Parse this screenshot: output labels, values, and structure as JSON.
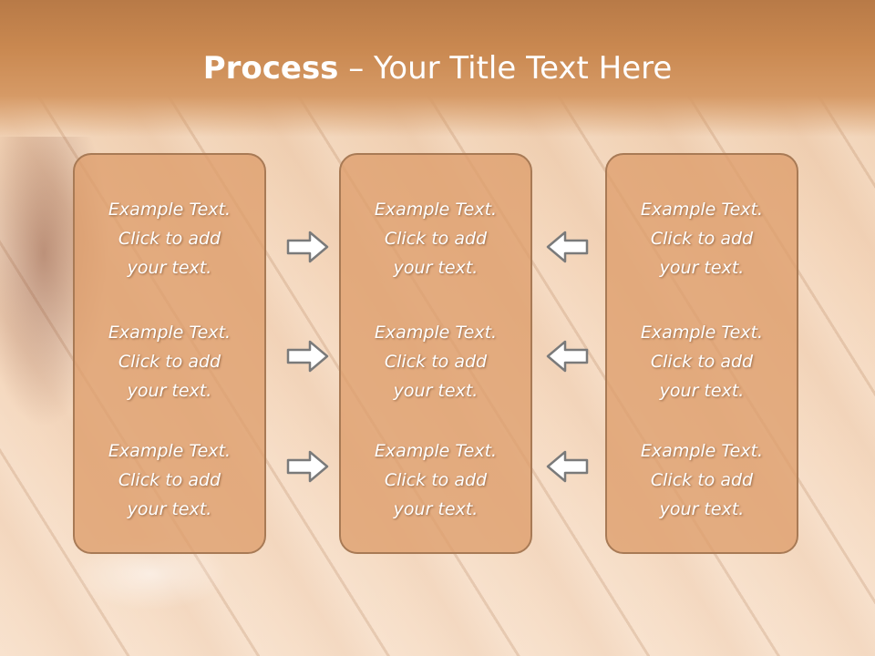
{
  "title": {
    "bold": "Process",
    "rest": " – Your Title Text Here"
  },
  "columns": [
    {
      "items": [
        "Example Text.\nClick  to add\nyour text.",
        "Example Text.\nClick  to add\nyour text.",
        "Example Text.\nClick  to add\nyour text."
      ]
    },
    {
      "items": [
        "Example Text.\nClick  to add\nyour text.",
        "Example Text.\nClick  to add\nyour text.",
        "Example Text.\nClick  to add\nyour text."
      ]
    },
    {
      "items": [
        "Example Text.\nClick  to add\nyour text.",
        "Example Text.\nClick  to add\nyour text.",
        "Example Text.\nClick  to add\nyour text."
      ]
    }
  ],
  "arrows": {
    "left_group": "right-arrow-icon",
    "right_group": "left-arrow-icon"
  }
}
